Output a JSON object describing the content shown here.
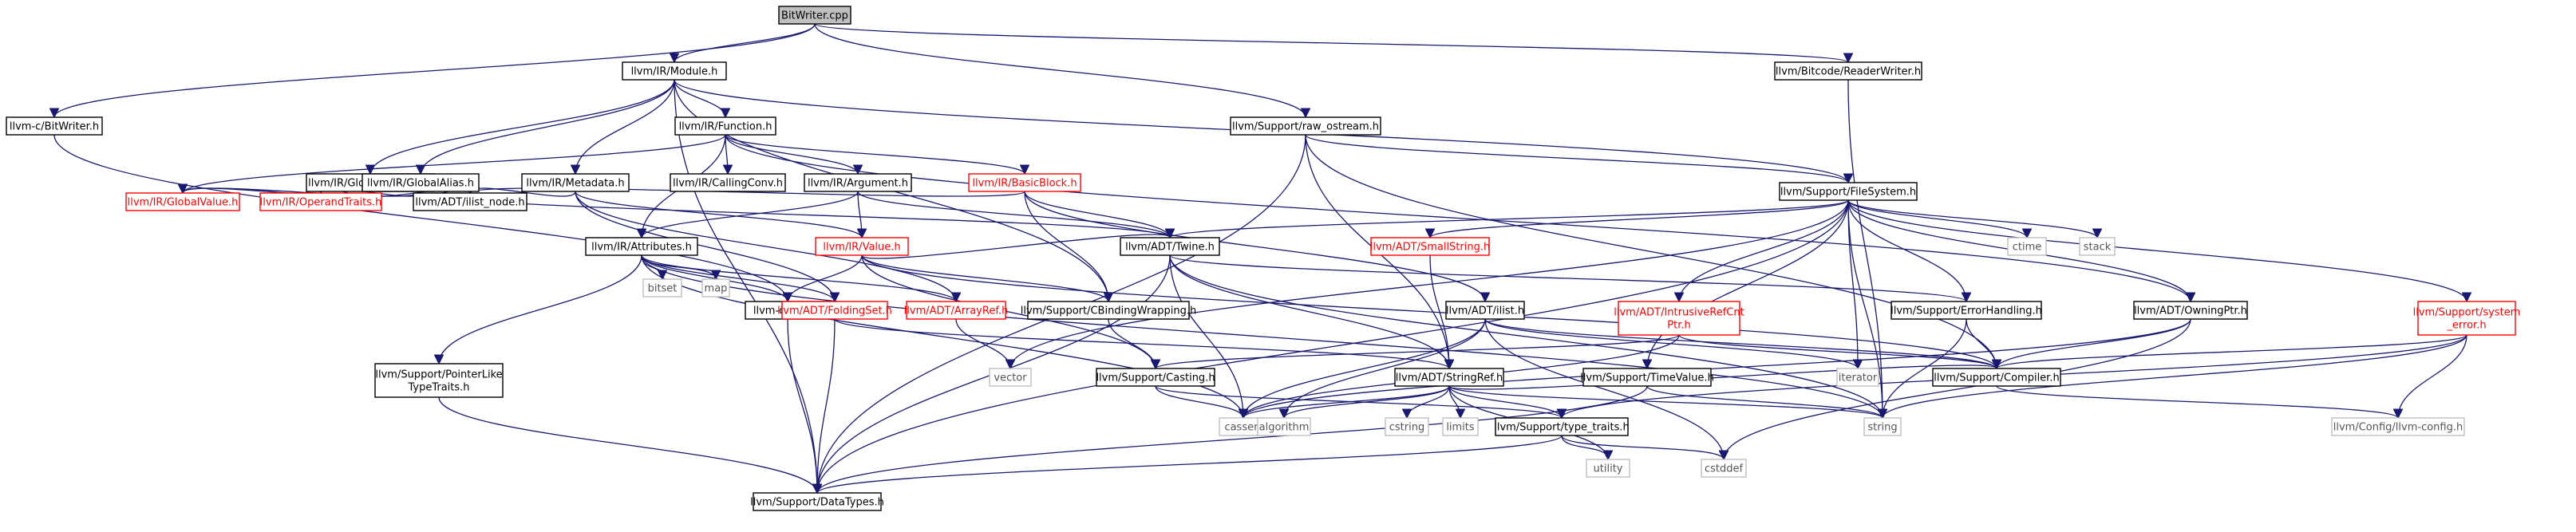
{
  "nodes": [
    {
      "id": "bitwriter",
      "lines": [
        "BitWriter.cpp"
      ],
      "kind": "root"
    },
    {
      "id": "llvmc_bitwriter",
      "lines": [
        "llvm-c/BitWriter.h"
      ],
      "kind": "normal"
    },
    {
      "id": "module",
      "lines": [
        "llvm/IR/Module.h"
      ],
      "kind": "normal"
    },
    {
      "id": "raw_ostream",
      "lines": [
        "llvm/Support/raw_ostream.h"
      ],
      "kind": "normal"
    },
    {
      "id": "readerwriter",
      "lines": [
        "llvm/Bitcode/ReaderWriter.h"
      ],
      "kind": "normal"
    },
    {
      "id": "function",
      "lines": [
        "llvm/IR/Function.h"
      ],
      "kind": "normal"
    },
    {
      "id": "globalvariable",
      "lines": [
        "llvm/IR/GlobalVariable.h"
      ],
      "kind": "normal"
    },
    {
      "id": "globalalias",
      "lines": [
        "llvm/IR/GlobalAlias.h"
      ],
      "kind": "normal"
    },
    {
      "id": "metadata",
      "lines": [
        "llvm/IR/Metadata.h"
      ],
      "kind": "normal"
    },
    {
      "id": "callingconv",
      "lines": [
        "llvm/IR/CallingConv.h"
      ],
      "kind": "normal"
    },
    {
      "id": "argument",
      "lines": [
        "llvm/IR/Argument.h"
      ],
      "kind": "normal"
    },
    {
      "id": "basicblock",
      "lines": [
        "llvm/IR/BasicBlock.h"
      ],
      "kind": "red"
    },
    {
      "id": "filesystem",
      "lines": [
        "llvm/Support/FileSystem.h"
      ],
      "kind": "normal"
    },
    {
      "id": "globalvalue",
      "lines": [
        "llvm/IR/GlobalValue.h"
      ],
      "kind": "red"
    },
    {
      "id": "operandtraits",
      "lines": [
        "llvm/IR/OperandTraits.h"
      ],
      "kind": "red"
    },
    {
      "id": "ilist_node",
      "lines": [
        "llvm/ADT/ilist_node.h"
      ],
      "kind": "normal"
    },
    {
      "id": "attributes",
      "lines": [
        "llvm/IR/Attributes.h"
      ],
      "kind": "normal"
    },
    {
      "id": "value",
      "lines": [
        "llvm/IR/Value.h"
      ],
      "kind": "red"
    },
    {
      "id": "twine",
      "lines": [
        "llvm/ADT/Twine.h"
      ],
      "kind": "normal"
    },
    {
      "id": "smallstring",
      "lines": [
        "llvm/ADT/SmallString.h"
      ],
      "kind": "red"
    },
    {
      "id": "ctime",
      "lines": [
        "ctime"
      ],
      "kind": "sys"
    },
    {
      "id": "stack",
      "lines": [
        "stack"
      ],
      "kind": "sys"
    },
    {
      "id": "system_error",
      "lines": [
        "llvm/Support/system",
        "_error.h"
      ],
      "kind": "red"
    },
    {
      "id": "bitset",
      "lines": [
        "bitset"
      ],
      "kind": "sys"
    },
    {
      "id": "map",
      "lines": [
        "map"
      ],
      "kind": "sys"
    },
    {
      "id": "core",
      "lines": [
        "llvm-c/Core.h"
      ],
      "kind": "normal"
    },
    {
      "id": "foldingset",
      "lines": [
        "llvm/ADT/FoldingSet.h"
      ],
      "kind": "red"
    },
    {
      "id": "arrayref",
      "lines": [
        "llvm/ADT/ArrayRef.h"
      ],
      "kind": "red"
    },
    {
      "id": "cbindingwrapping",
      "lines": [
        "llvm/Support/CBindingWrapping.h"
      ],
      "kind": "normal"
    },
    {
      "id": "ilist",
      "lines": [
        "llvm/ADT/ilist.h"
      ],
      "kind": "normal"
    },
    {
      "id": "intrusiverefcnt",
      "lines": [
        "llvm/ADT/IntrusiveRefCnt",
        "Ptr.h"
      ],
      "kind": "red"
    },
    {
      "id": "errorhandling",
      "lines": [
        "llvm/Support/ErrorHandling.h"
      ],
      "kind": "normal"
    },
    {
      "id": "owningptr",
      "lines": [
        "llvm/ADT/OwningPtr.h"
      ],
      "kind": "normal"
    },
    {
      "id": "pointerliketypetraits",
      "lines": [
        "llvm/Support/PointerLike",
        "TypeTraits.h"
      ],
      "kind": "normal"
    },
    {
      "id": "vector",
      "lines": [
        "vector"
      ],
      "kind": "sys"
    },
    {
      "id": "casting",
      "lines": [
        "llvm/Support/Casting.h"
      ],
      "kind": "normal"
    },
    {
      "id": "stringref",
      "lines": [
        "llvm/ADT/StringRef.h"
      ],
      "kind": "normal"
    },
    {
      "id": "timevalue",
      "lines": [
        "llvm/Support/TimeValue.h"
      ],
      "kind": "normal"
    },
    {
      "id": "iterator",
      "lines": [
        "iterator"
      ],
      "kind": "sys"
    },
    {
      "id": "compiler",
      "lines": [
        "llvm/Support/Compiler.h"
      ],
      "kind": "normal"
    },
    {
      "id": "cassert",
      "lines": [
        "cassert"
      ],
      "kind": "sys"
    },
    {
      "id": "algorithm",
      "lines": [
        "algorithm"
      ],
      "kind": "sys"
    },
    {
      "id": "cstring",
      "lines": [
        "cstring"
      ],
      "kind": "sys"
    },
    {
      "id": "limits",
      "lines": [
        "limits"
      ],
      "kind": "sys"
    },
    {
      "id": "type_traits",
      "lines": [
        "llvm/Support/type_traits.h"
      ],
      "kind": "normal"
    },
    {
      "id": "string",
      "lines": [
        "string"
      ],
      "kind": "sys"
    },
    {
      "id": "llvm_config",
      "lines": [
        "llvm/Config/llvm-config.h"
      ],
      "kind": "sys"
    },
    {
      "id": "utility",
      "lines": [
        "utility"
      ],
      "kind": "sys"
    },
    {
      "id": "cstddef",
      "lines": [
        "cstddef"
      ],
      "kind": "sys"
    },
    {
      "id": "datatypes",
      "lines": [
        "llvm/Support/DataTypes.h"
      ],
      "kind": "normal"
    }
  ],
  "edges": [
    [
      "bitwriter",
      "llvmc_bitwriter"
    ],
    [
      "bitwriter",
      "module"
    ],
    [
      "bitwriter",
      "raw_ostream"
    ],
    [
      "bitwriter",
      "readerwriter"
    ],
    [
      "llvmc_bitwriter",
      "core"
    ],
    [
      "module",
      "function"
    ],
    [
      "module",
      "globalvariable"
    ],
    [
      "module",
      "globalalias"
    ],
    [
      "module",
      "metadata"
    ],
    [
      "module",
      "filesystem"
    ],
    [
      "module",
      "cbindingwrapping"
    ],
    [
      "module",
      "datatypes"
    ],
    [
      "raw_ostream",
      "filesystem"
    ],
    [
      "raw_ostream",
      "stringref"
    ],
    [
      "raw_ostream",
      "datatypes"
    ],
    [
      "raw_ostream",
      "compiler"
    ],
    [
      "readerwriter",
      "string"
    ],
    [
      "function",
      "globalvalue"
    ],
    [
      "function",
      "callingconv"
    ],
    [
      "function",
      "argument"
    ],
    [
      "function",
      "basicblock"
    ],
    [
      "function",
      "attributes"
    ],
    [
      "function",
      "owningptr"
    ],
    [
      "globalvariable",
      "globalvalue"
    ],
    [
      "globalvariable",
      "operandtraits"
    ],
    [
      "globalvariable",
      "ilist_node"
    ],
    [
      "globalalias",
      "globalvalue"
    ],
    [
      "globalalias",
      "operandtraits"
    ],
    [
      "globalalias",
      "ilist_node"
    ],
    [
      "globalalias",
      "twine"
    ],
    [
      "metadata",
      "ilist_node"
    ],
    [
      "metadata",
      "value"
    ],
    [
      "metadata",
      "foldingset"
    ],
    [
      "metadata",
      "arrayref"
    ],
    [
      "argument",
      "attributes"
    ],
    [
      "argument",
      "value"
    ],
    [
      "argument",
      "twine"
    ],
    [
      "basicblock",
      "twine"
    ],
    [
      "basicblock",
      "cbindingwrapping"
    ],
    [
      "basicblock",
      "ilist"
    ],
    [
      "basicblock",
      "ilist_node"
    ],
    [
      "filesystem",
      "twine"
    ],
    [
      "filesystem",
      "smallstring"
    ],
    [
      "filesystem",
      "ctime"
    ],
    [
      "filesystem",
      "stack"
    ],
    [
      "filesystem",
      "system_error"
    ],
    [
      "filesystem",
      "owningptr"
    ],
    [
      "filesystem",
      "intrusiverefcnt"
    ],
    [
      "filesystem",
      "errorhandling"
    ],
    [
      "filesystem",
      "timevalue"
    ],
    [
      "filesystem",
      "iterator"
    ],
    [
      "filesystem",
      "string"
    ],
    [
      "filesystem",
      "vector"
    ],
    [
      "filesystem",
      "datatypes"
    ],
    [
      "attributes",
      "bitset"
    ],
    [
      "attributes",
      "map"
    ],
    [
      "attributes",
      "core"
    ],
    [
      "attributes",
      "foldingset"
    ],
    [
      "attributes",
      "arrayref"
    ],
    [
      "attributes",
      "pointerliketypetraits"
    ],
    [
      "attributes",
      "string"
    ],
    [
      "attributes",
      "cassert"
    ],
    [
      "value",
      "core"
    ],
    [
      "value",
      "cbindingwrapping"
    ],
    [
      "value",
      "casting"
    ],
    [
      "value",
      "twine"
    ],
    [
      "value",
      "compiler"
    ],
    [
      "twine",
      "stringref"
    ],
    [
      "twine",
      "datatypes"
    ],
    [
      "twine",
      "cassert"
    ],
    [
      "twine",
      "string"
    ],
    [
      "twine",
      "errorhandling"
    ],
    [
      "smallstring",
      "stringref"
    ],
    [
      "system_error",
      "string"
    ],
    [
      "system_error",
      "compiler"
    ],
    [
      "system_error",
      "llvm_config"
    ],
    [
      "system_error",
      "type_traits"
    ],
    [
      "core",
      "datatypes"
    ],
    [
      "foldingset",
      "datatypes"
    ],
    [
      "foldingset",
      "stringref"
    ],
    [
      "arrayref",
      "vector"
    ],
    [
      "cbindingwrapping",
      "casting"
    ],
    [
      "ilist",
      "algorithm"
    ],
    [
      "ilist",
      "cassert"
    ],
    [
      "ilist",
      "cstddef"
    ],
    [
      "ilist",
      "iterator"
    ],
    [
      "ilist",
      "compiler"
    ],
    [
      "intrusiverefcnt",
      "casting"
    ],
    [
      "intrusiverefcnt",
      "compiler"
    ],
    [
      "intrusiverefcnt",
      "cassert"
    ],
    [
      "errorhandling",
      "compiler"
    ],
    [
      "errorhandling",
      "string"
    ],
    [
      "owningptr",
      "compiler"
    ],
    [
      "owningptr",
      "cassert"
    ],
    [
      "owningptr",
      "cstddef"
    ],
    [
      "pointerliketypetraits",
      "datatypes"
    ],
    [
      "casting",
      "cassert"
    ],
    [
      "casting",
      "type_traits"
    ],
    [
      "stringref",
      "compiler"
    ],
    [
      "stringref",
      "algorithm"
    ],
    [
      "stringref",
      "cassert"
    ],
    [
      "stringref",
      "cstring"
    ],
    [
      "stringref",
      "limits"
    ],
    [
      "stringref",
      "type_traits"
    ],
    [
      "stringref",
      "string"
    ],
    [
      "stringref",
      "utility"
    ],
    [
      "timevalue",
      "datatypes"
    ],
    [
      "timevalue",
      "string"
    ],
    [
      "compiler",
      "llvm_config"
    ],
    [
      "type_traits",
      "datatypes"
    ],
    [
      "type_traits",
      "utility"
    ],
    [
      "type_traits",
      "cstddef"
    ]
  ]
}
